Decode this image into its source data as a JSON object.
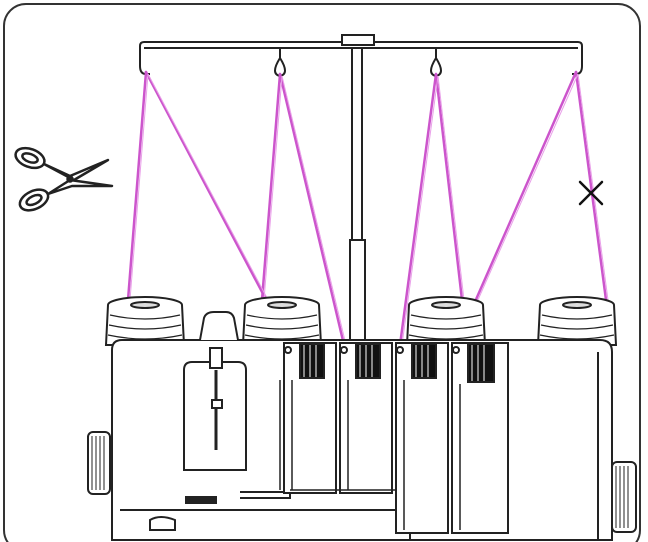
{
  "diagram": {
    "subject": "serger-overlock-thread-stand",
    "thread_color": "#cc55cc",
    "line_color": "#222222",
    "mark_symbol": "✕",
    "spools": [
      {
        "name": "spool-1"
      },
      {
        "name": "spool-2"
      },
      {
        "name": "spool-3"
      },
      {
        "name": "spool-4"
      }
    ],
    "icons": [
      "scissors-icon",
      "cross-mark-icon"
    ]
  }
}
